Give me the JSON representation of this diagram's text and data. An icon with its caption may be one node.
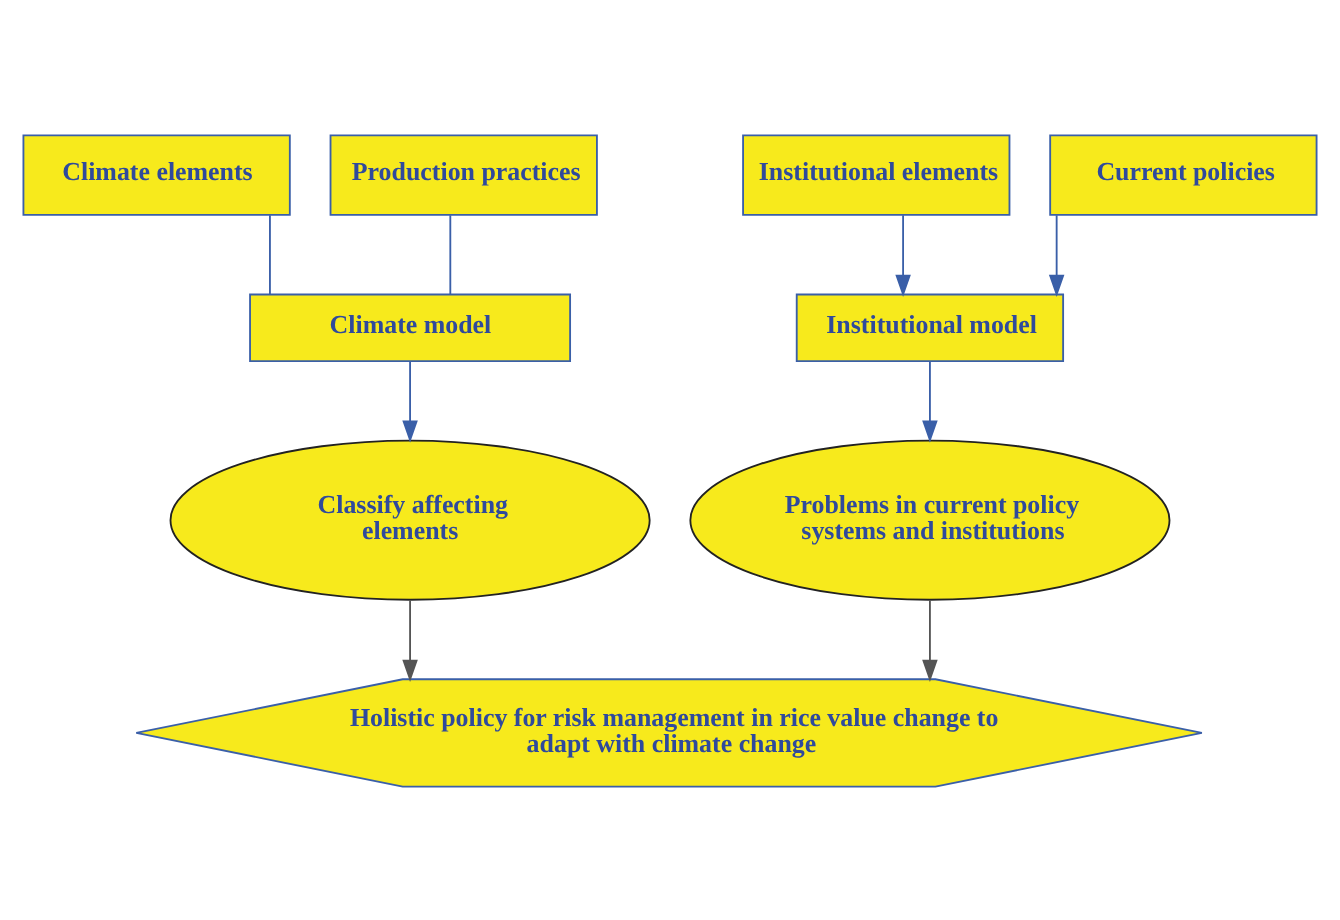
{
  "diagram": {
    "nodes": [
      {
        "text": [
          "Climate elements"
        ]
      },
      {
        "text": [
          "Production practices"
        ]
      },
      {
        "text": [
          "Institutional elements"
        ]
      },
      {
        "text": [
          "Current policies"
        ]
      },
      {
        "text": [
          "Climate model"
        ]
      },
      {
        "text": [
          "Institutional model"
        ]
      },
      {
        "text": [
          "Classify affecting elements"
        ]
      },
      {
        "text": [
          "Problems in current policy systems and institutions"
        ]
      },
      {
        "text": [
          "Holistic policy for risk management in rice value change to adapt with climate change"
        ]
      }
    ],
    "edges": [
      {
        "from": 0,
        "to": 4,
        "arrow": "none"
      },
      {
        "from": 1,
        "to": 4,
        "arrow": "none"
      },
      {
        "from": 2,
        "to": 5,
        "arrow": "to"
      },
      {
        "from": 3,
        "to": 5,
        "arrow": "to"
      },
      {
        "from": 4,
        "to": 6,
        "arrow": "to"
      },
      {
        "from": 5,
        "to": 7,
        "arrow": "to"
      },
      {
        "from": 6,
        "to": 8,
        "arrow": "to",
        "color": "#555555"
      },
      {
        "from": 7,
        "to": 8,
        "arrow": "to",
        "color": "#555555"
      }
    ]
  }
}
